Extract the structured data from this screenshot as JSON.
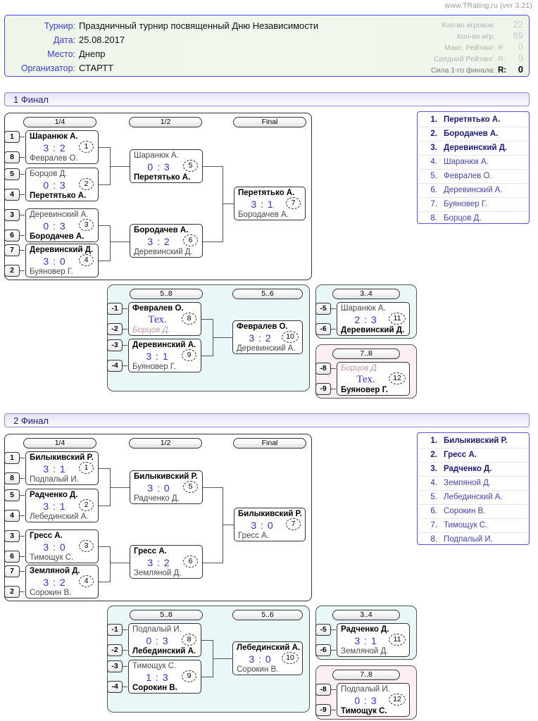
{
  "watermark": "www.TRating.ru (ver 3.21)",
  "info": {
    "rows": [
      {
        "label": "Турнир:",
        "value": "Праздничный турнир посвященный Дню Независимости"
      },
      {
        "label": "Дата:",
        "value": "25.08.2017"
      },
      {
        "label": "Место:",
        "value": "Днепр"
      },
      {
        "label": "Организатор:",
        "value": "СТАРТТ"
      }
    ],
    "stats": [
      {
        "label": "Кол-во игроков:",
        "r": "",
        "value": "22",
        "strong": false
      },
      {
        "label": "Кол-во игр:",
        "r": "",
        "value": "89",
        "strong": false
      },
      {
        "label": "Макс. Рейтинг:",
        "r": "R:",
        "value": "0",
        "strong": false
      },
      {
        "label": "Средний Рейтинг:",
        "r": "R:",
        "value": "0",
        "strong": false
      },
      {
        "label": "Сила 1-го финала:",
        "r": "R:",
        "value": "0",
        "strong": true
      }
    ]
  },
  "finals": [
    {
      "title": "1 Финал",
      "rounds": {
        "q": "1/4",
        "s": "1/2",
        "f": "Final",
        "c58": "5..8",
        "c56": "5..6",
        "p34": "3..4",
        "p78": "7..8"
      },
      "quarters": [
        {
          "seed_top": "1",
          "seed_bot": "8",
          "top": "Шаранюк А.",
          "bot": "Февралев О.",
          "score": "3 : 2",
          "game": "1",
          "winner": "top"
        },
        {
          "seed_top": "5",
          "seed_bot": "4",
          "top": "Борцов Д.",
          "bot": "Перетятько А.",
          "score": "0 : 3",
          "game": "2",
          "winner": "bot"
        },
        {
          "seed_top": "3",
          "seed_bot": "6",
          "top": "Деревинский А.",
          "bot": "Бородачев А.",
          "score": "0 : 3",
          "game": "3",
          "winner": "bot"
        },
        {
          "seed_top": "7",
          "seed_bot": "2",
          "top": "Деревинский Д.",
          "bot": "Буяновер Г.",
          "score": "3 : 0",
          "game": "4",
          "winner": "top"
        }
      ],
      "semis": [
        {
          "top": "Шаранюк А.",
          "bot": "Перетятько А.",
          "score": "0 : 3",
          "game": "5",
          "winner": "bot"
        },
        {
          "top": "Бородачев А.",
          "bot": "Деревинский Д.",
          "score": "3 : 2",
          "game": "6",
          "winner": "top"
        }
      ],
      "final": {
        "top": "Перетятько А.",
        "bot": "Бородачев А.",
        "score": "3 : 1",
        "game": "7",
        "winner": "top"
      },
      "cons58": [
        {
          "seed_top": "-1",
          "seed_bot": "-2",
          "top": "Февралев О.",
          "bot": "Борцов Д.",
          "score": "Тех.",
          "game": "8",
          "winner": "top",
          "bot_out": true
        },
        {
          "seed_top": "-3",
          "seed_bot": "-4",
          "top": "Деревинский А.",
          "bot": "Буяновер Г.",
          "score": "3 : 1",
          "game": "9",
          "winner": "top"
        }
      ],
      "cons56": {
        "top": "Февралев О.",
        "bot": "Деревинский А.",
        "score": "3 : 2",
        "game": "10",
        "winner": "top"
      },
      "place34": {
        "seed_top": "-5",
        "seed_bot": "-6",
        "top": "Шаранюк А.",
        "bot": "Деревинский Д.",
        "score": "2 : 3",
        "game": "11",
        "winner": "bot"
      },
      "place78": {
        "seed_top": "-8",
        "seed_bot": "-9",
        "top": "Борцов Д.",
        "bot": "Буяновер Г.",
        "score": "Тех.",
        "game": "12",
        "winner": "bot",
        "top_out": true
      },
      "ranking": [
        {
          "num": "1.",
          "name": "Перетятько А."
        },
        {
          "num": "2.",
          "name": "Бородачев А."
        },
        {
          "num": "3.",
          "name": "Деревинский Д."
        },
        {
          "num": "4.",
          "name": "Шаранюк А."
        },
        {
          "num": "5.",
          "name": "Февралев О."
        },
        {
          "num": "6.",
          "name": "Деревинский А."
        },
        {
          "num": "7.",
          "name": "Буяновер Г."
        },
        {
          "num": "8.",
          "name": "Борцов Д."
        }
      ]
    },
    {
      "title": "2 Финал",
      "rounds": {
        "q": "1/4",
        "s": "1/2",
        "f": "Final",
        "c58": "5..8",
        "c56": "5..6",
        "p34": "3..4",
        "p78": "7..8"
      },
      "quarters": [
        {
          "seed_top": "1",
          "seed_bot": "8",
          "top": "Билыкивский Р.",
          "bot": "Подпалый И.",
          "score": "3 : 1",
          "game": "1",
          "winner": "top"
        },
        {
          "seed_top": "5",
          "seed_bot": "4",
          "top": "Радченко Д.",
          "bot": "Лебединский А.",
          "score": "3 : 1",
          "game": "2",
          "winner": "top"
        },
        {
          "seed_top": "3",
          "seed_bot": "6",
          "top": "Гресс А.",
          "bot": "Тимощук С.",
          "score": "3 : 0",
          "game": "3",
          "winner": "top"
        },
        {
          "seed_top": "7",
          "seed_bot": "2",
          "top": "Земляной Д.",
          "bot": "Сорокин В.",
          "score": "3 : 2",
          "game": "4",
          "winner": "top"
        }
      ],
      "semis": [
        {
          "top": "Билыкивский Р.",
          "bot": "Радченко Д.",
          "score": "3 : 0",
          "game": "5",
          "winner": "top"
        },
        {
          "top": "Гресс А.",
          "bot": "Земляной Д.",
          "score": "3 : 2",
          "game": "6",
          "winner": "top"
        }
      ],
      "final": {
        "top": "Билыкивский Р.",
        "bot": "Гресс А.",
        "score": "3 : 0",
        "game": "7",
        "winner": "top"
      },
      "cons58": [
        {
          "seed_top": "-1",
          "seed_bot": "-2",
          "top": "Подпалый И.",
          "bot": "Лебединский А.",
          "score": "0 : 3",
          "game": "8",
          "winner": "bot"
        },
        {
          "seed_top": "-3",
          "seed_bot": "-4",
          "top": "Тимощук С.",
          "bot": "Сорокин В.",
          "score": "1 : 3",
          "game": "9",
          "winner": "bot"
        }
      ],
      "cons56": {
        "top": "Лебединский А.",
        "bot": "Сорокин В.",
        "score": "3 : 0",
        "game": "10",
        "winner": "top"
      },
      "place34": {
        "seed_top": "-5",
        "seed_bot": "-6",
        "top": "Радченко Д.",
        "bot": "Земляной Д.",
        "score": "3 : 1",
        "game": "11",
        "winner": "top"
      },
      "place78": {
        "seed_top": "-8",
        "seed_bot": "-9",
        "top": "Подпалый И.",
        "bot": "Тимощук С.",
        "score": "0 : 3",
        "game": "12",
        "winner": "bot"
      },
      "ranking": [
        {
          "num": "1.",
          "name": "Билыкивский Р."
        },
        {
          "num": "2.",
          "name": "Гресс А."
        },
        {
          "num": "3.",
          "name": "Радченко Д."
        },
        {
          "num": "4.",
          "name": "Земпяной Д."
        },
        {
          "num": "5.",
          "name": "Лебединский А."
        },
        {
          "num": "6.",
          "name": "Сорокин В."
        },
        {
          "num": "7.",
          "name": "Тимощук С."
        },
        {
          "num": "8.",
          "name": "Подпалый И."
        }
      ]
    }
  ]
}
